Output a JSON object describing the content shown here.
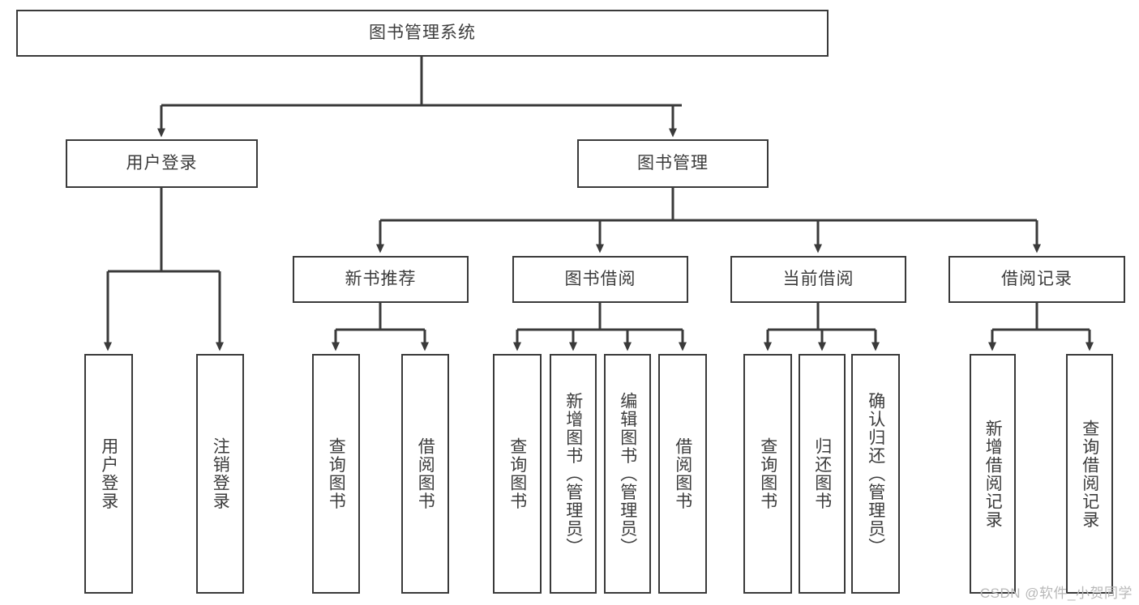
{
  "diagram": {
    "title": "图书管理系统",
    "type": "tree-hierarchy",
    "colors": {
      "box_border": "#3a3a3a",
      "box_fill": "#ffffff",
      "text": "#3c3c3c",
      "connector": "#3a3a3a",
      "watermark": "#b8b8b8",
      "background": "#ffffff"
    },
    "root": {
      "label": "图书管理系统"
    },
    "level2": [
      {
        "label": "用户登录"
      },
      {
        "label": "图书管理"
      }
    ],
    "level3": [
      {
        "label": "新书推荐"
      },
      {
        "label": "图书借阅"
      },
      {
        "label": "当前借阅"
      },
      {
        "label": "借阅记录"
      }
    ],
    "leaves": {
      "user_login": [
        {
          "label": "用户登录"
        },
        {
          "label": "注销登录"
        }
      ],
      "new_book_recommend": [
        {
          "label": "查询图书"
        },
        {
          "label": "借阅图书"
        }
      ],
      "book_borrow": [
        {
          "label": "查询图书"
        },
        {
          "label": "新增图书（管理员）"
        },
        {
          "label": "编辑图书（管理员）"
        },
        {
          "label": "借阅图书"
        }
      ],
      "current_borrow": [
        {
          "label": "查询图书"
        },
        {
          "label": "归还图书"
        },
        {
          "label": "确认归还（管理员）"
        }
      ],
      "borrow_record": [
        {
          "label": "新增借阅记录"
        },
        {
          "label": "查询借阅记录"
        }
      ]
    }
  },
  "watermark": {
    "text": "CSDN @软件_小贺同学"
  }
}
